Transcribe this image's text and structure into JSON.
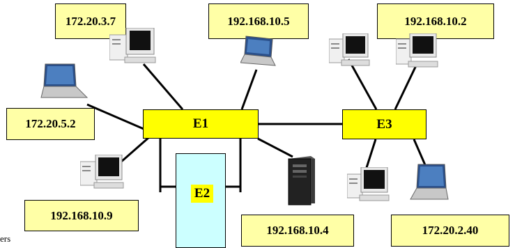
{
  "devices": {
    "top_left": "172.20.3.7",
    "top_mid": "192.168.10.5",
    "top_right": "192.168.10.2",
    "left": "172.20.5.2",
    "bottom_left": "192.168.10.9",
    "bottom_mid": "192.168.10.4",
    "bottom_right": "172.20.2.40"
  },
  "nodes": {
    "e1": "E1",
    "e2": "E2",
    "e3": "E3"
  },
  "fragment_text": "ers",
  "colors": {
    "label_bg": "#ffffa6",
    "switch_bg": "#ffff00",
    "e2_bg": "#ccffff"
  }
}
